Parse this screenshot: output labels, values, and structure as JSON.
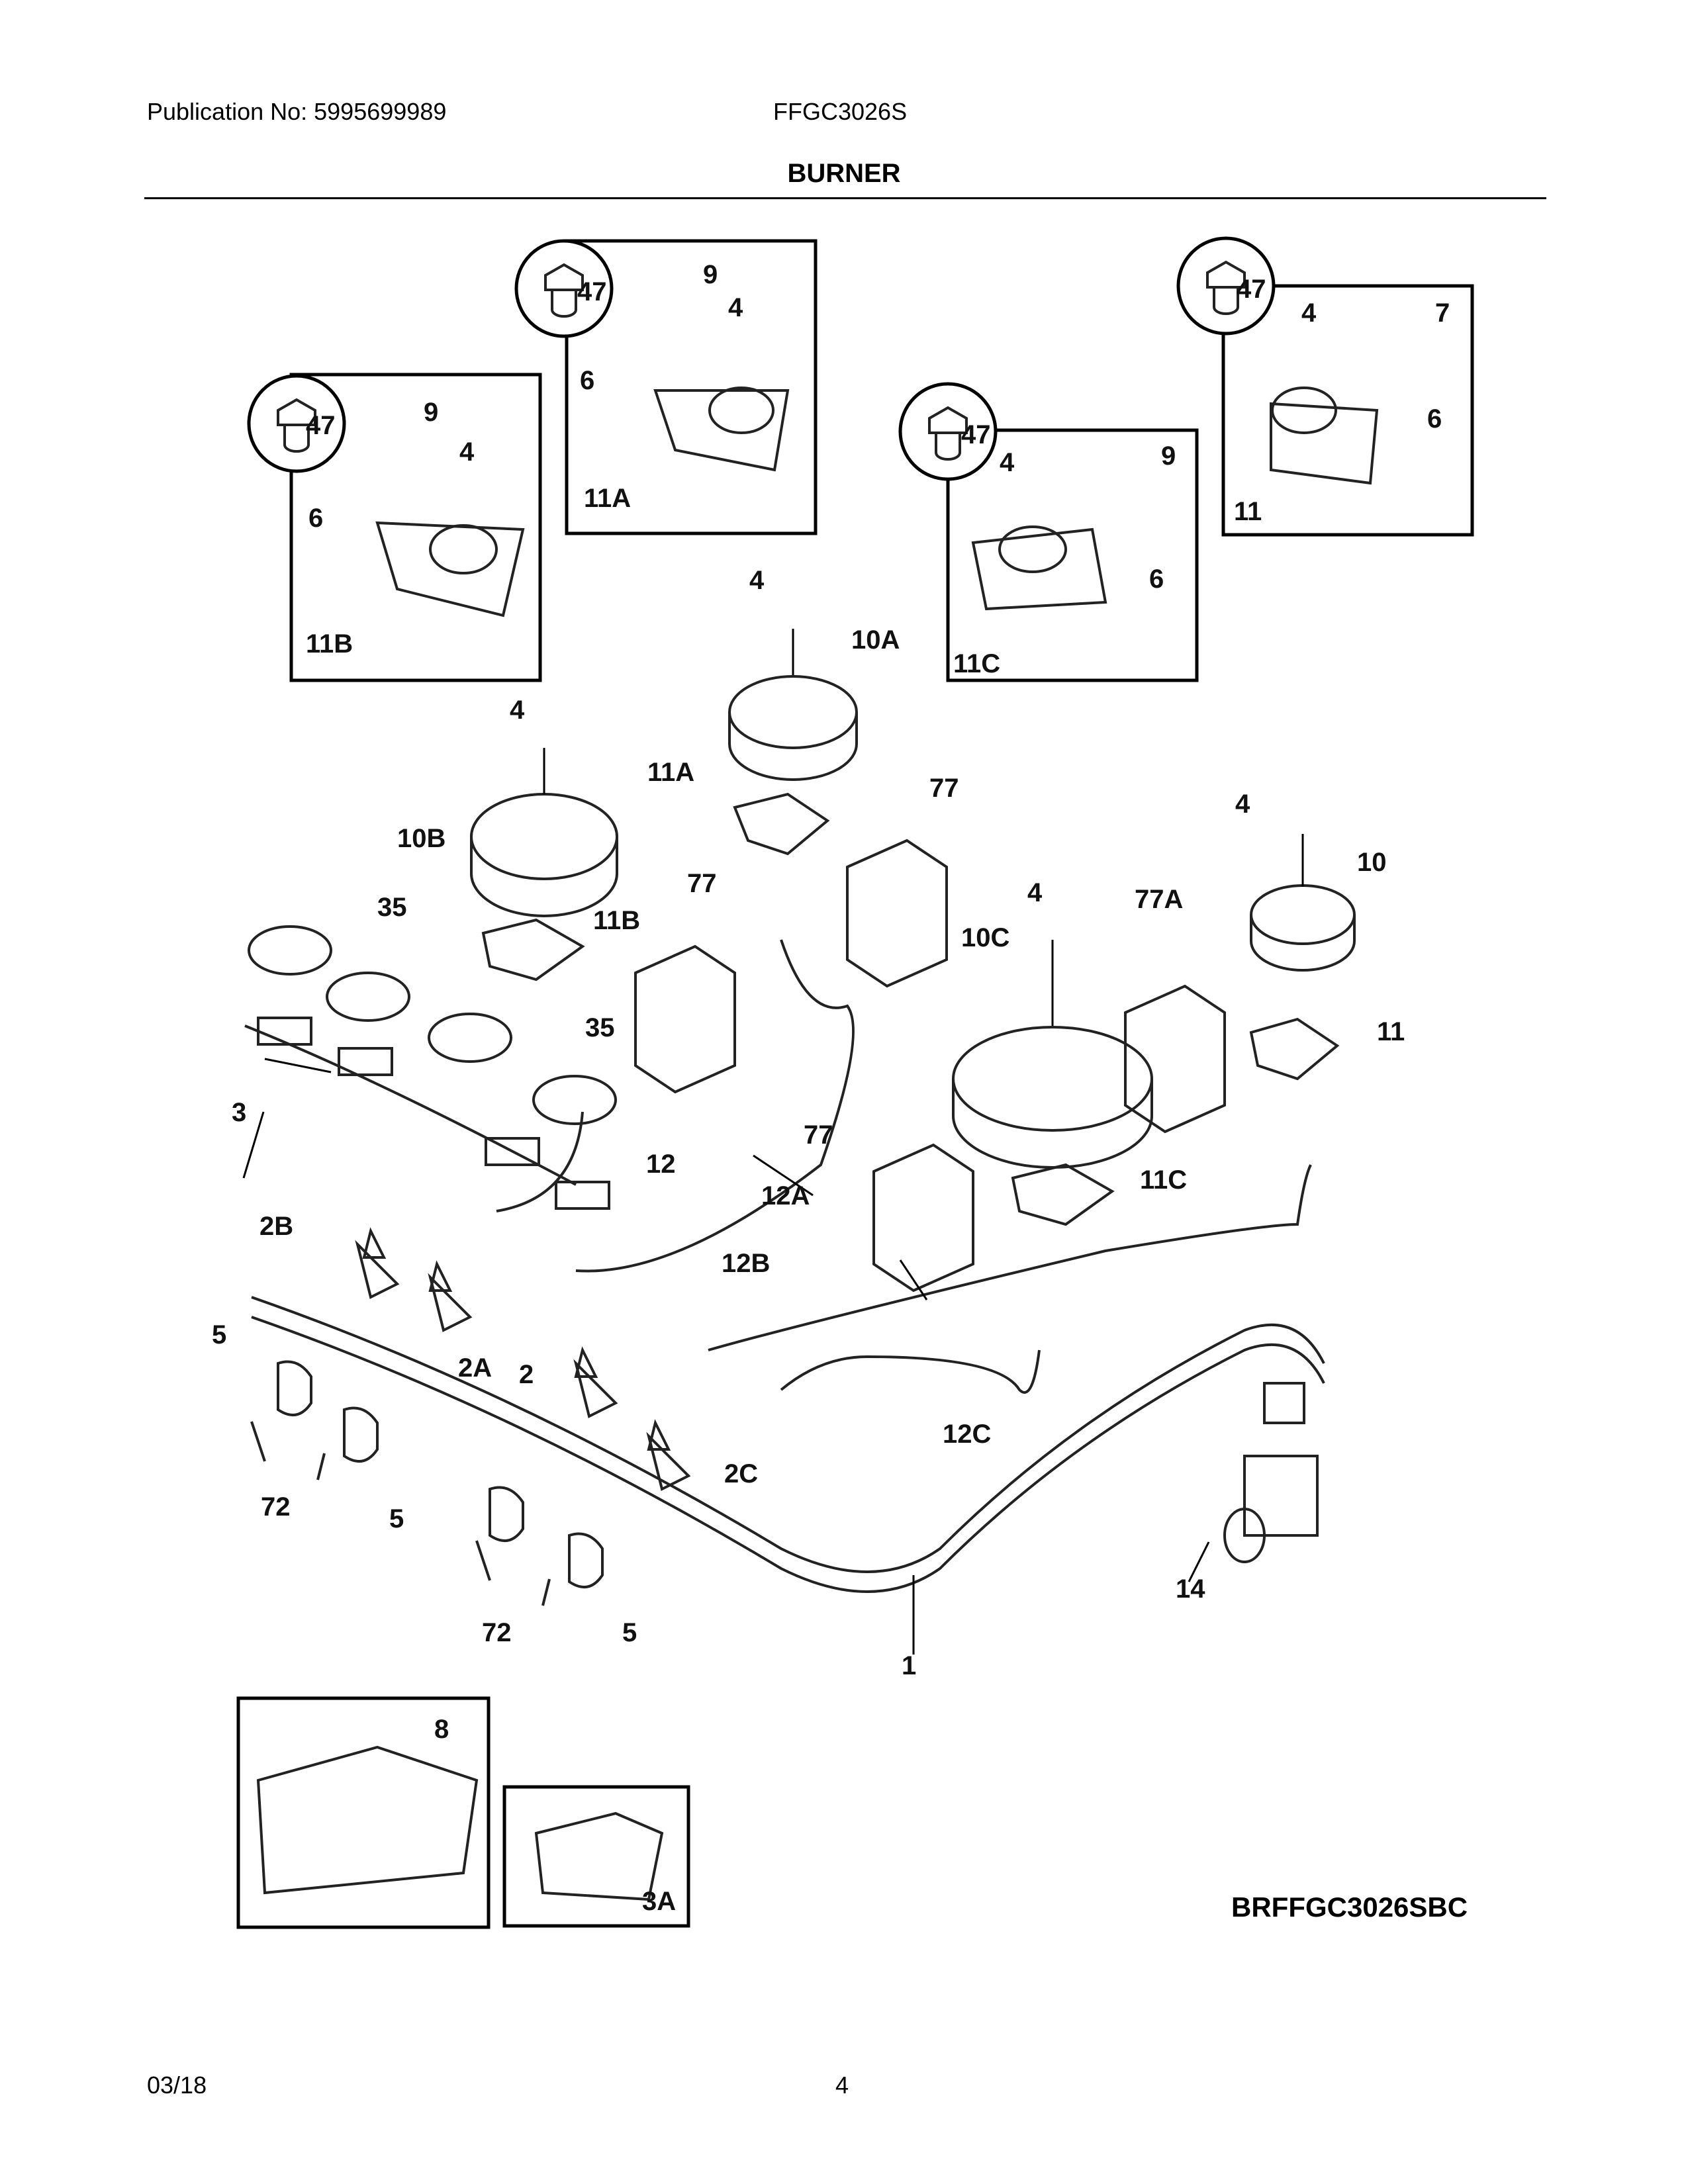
{
  "header": {
    "publication": "Publication No: 5995699989",
    "model": "FFGC3026S"
  },
  "title": "BURNER",
  "diagram_code": "BRFFGC3026SBC",
  "footer": {
    "date": "03/18",
    "page": "4"
  },
  "callouts": [
    {
      "id": "c-47-a",
      "text": "47"
    },
    {
      "id": "c-9-a",
      "text": "9"
    },
    {
      "id": "c-4-a",
      "text": "4"
    },
    {
      "id": "c-6-a",
      "text": "6"
    },
    {
      "id": "c-11B-a",
      "text": "11B"
    },
    {
      "id": "c-47-b",
      "text": "47"
    },
    {
      "id": "c-9-b",
      "text": "9"
    },
    {
      "id": "c-4-b",
      "text": "4"
    },
    {
      "id": "c-6-b",
      "text": "6"
    },
    {
      "id": "c-11A-a",
      "text": "11A"
    },
    {
      "id": "c-47-c",
      "text": "47"
    },
    {
      "id": "c-4-c",
      "text": "4"
    },
    {
      "id": "c-9-c",
      "text": "9"
    },
    {
      "id": "c-6-c",
      "text": "6"
    },
    {
      "id": "c-11C-a",
      "text": "11C"
    },
    {
      "id": "c-47-d",
      "text": "47"
    },
    {
      "id": "c-4-d",
      "text": "4"
    },
    {
      "id": "c-7",
      "text": "7"
    },
    {
      "id": "c-6-d",
      "text": "6"
    },
    {
      "id": "c-11-a",
      "text": "11"
    },
    {
      "id": "c-4-e",
      "text": "4"
    },
    {
      "id": "c-10A",
      "text": "10A"
    },
    {
      "id": "c-11A-b",
      "text": "11A"
    },
    {
      "id": "c-77-a",
      "text": "77"
    },
    {
      "id": "c-4-f",
      "text": "4"
    },
    {
      "id": "c-10B",
      "text": "10B"
    },
    {
      "id": "c-11B-b",
      "text": "11B"
    },
    {
      "id": "c-35-a",
      "text": "35"
    },
    {
      "id": "c-77-b",
      "text": "77"
    },
    {
      "id": "c-35-b",
      "text": "35"
    },
    {
      "id": "c-3",
      "text": "3"
    },
    {
      "id": "c-12",
      "text": "12"
    },
    {
      "id": "c-12A",
      "text": "12A"
    },
    {
      "id": "c-4-g",
      "text": "4"
    },
    {
      "id": "c-10C",
      "text": "10C"
    },
    {
      "id": "c-77A",
      "text": "77A"
    },
    {
      "id": "c-4-h",
      "text": "4"
    },
    {
      "id": "c-10",
      "text": "10"
    },
    {
      "id": "c-11-b",
      "text": "11"
    },
    {
      "id": "c-77-c",
      "text": "77"
    },
    {
      "id": "c-11C-b",
      "text": "11C"
    },
    {
      "id": "c-2B",
      "text": "2B"
    },
    {
      "id": "c-12B",
      "text": "12B"
    },
    {
      "id": "c-5-a",
      "text": "5"
    },
    {
      "id": "c-2A",
      "text": "2A"
    },
    {
      "id": "c-2",
      "text": "2"
    },
    {
      "id": "c-12C",
      "text": "12C"
    },
    {
      "id": "c-2C",
      "text": "2C"
    },
    {
      "id": "c-72-a",
      "text": "72"
    },
    {
      "id": "c-5-b",
      "text": "5"
    },
    {
      "id": "c-14",
      "text": "14"
    },
    {
      "id": "c-72-b",
      "text": "72"
    },
    {
      "id": "c-5-c",
      "text": "5"
    },
    {
      "id": "c-1",
      "text": "1"
    },
    {
      "id": "c-8",
      "text": "8"
    },
    {
      "id": "c-3A",
      "text": "3A"
    }
  ]
}
